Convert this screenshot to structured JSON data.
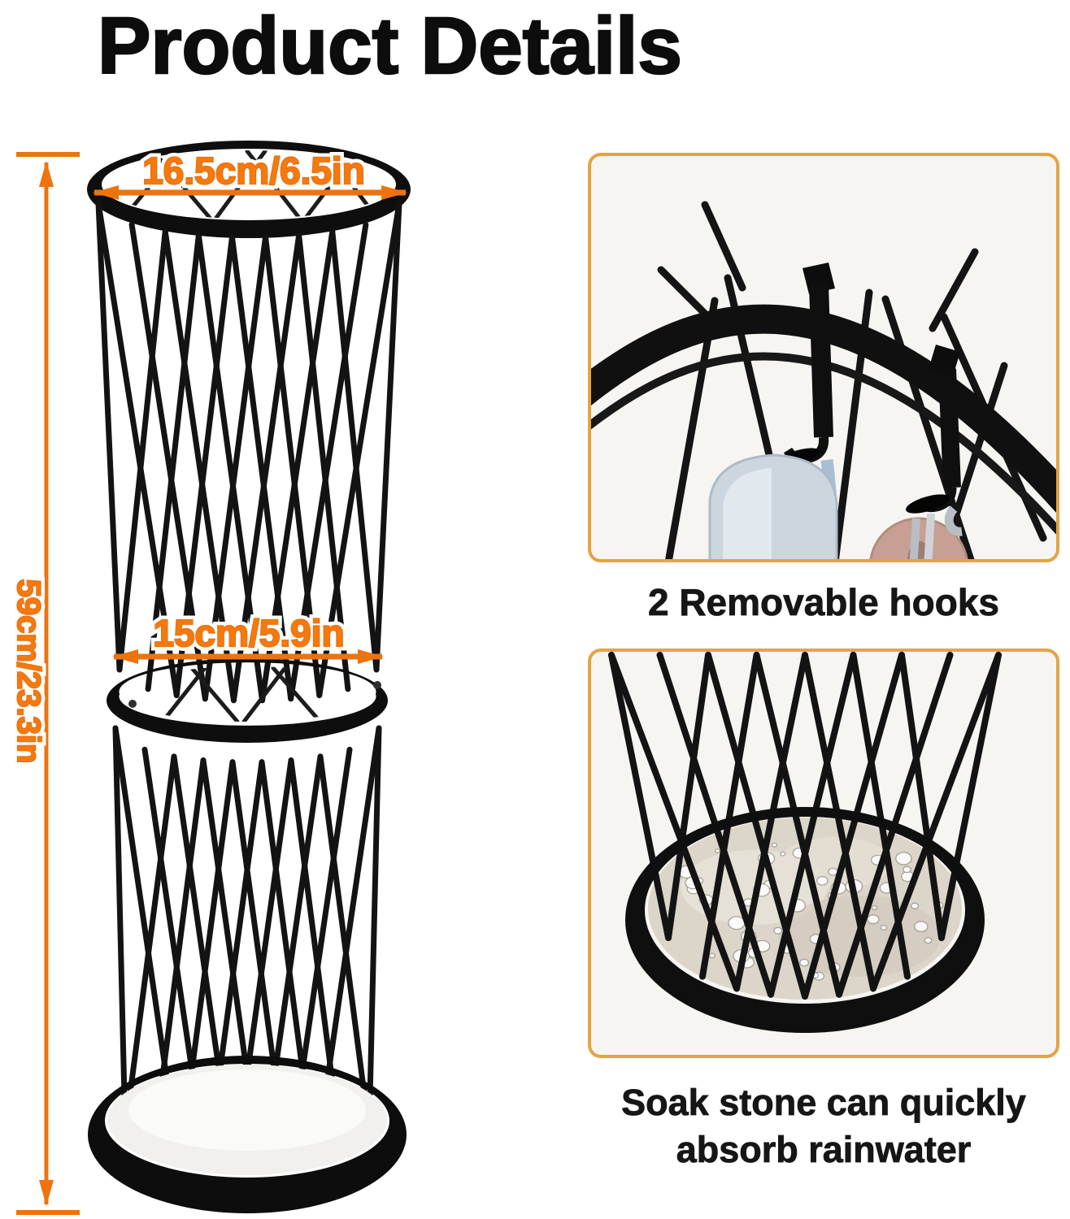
{
  "title": "Product Details",
  "dimensions": {
    "top_diameter": "16.5cm/6.5in",
    "middle_diameter": "15cm/5.9in",
    "height": "59cm/23.3in"
  },
  "features": {
    "hooks_caption": "2 Removable hooks",
    "stone_caption": "Soak stone can quickly absorb rainwater"
  },
  "colors": {
    "accent_orange": "#ED730F",
    "box_border": "#E2A445",
    "metal_black": "#0E0E0E",
    "stone_beige": "#DCD5C9",
    "strap_blue": "#BCCFE2"
  }
}
